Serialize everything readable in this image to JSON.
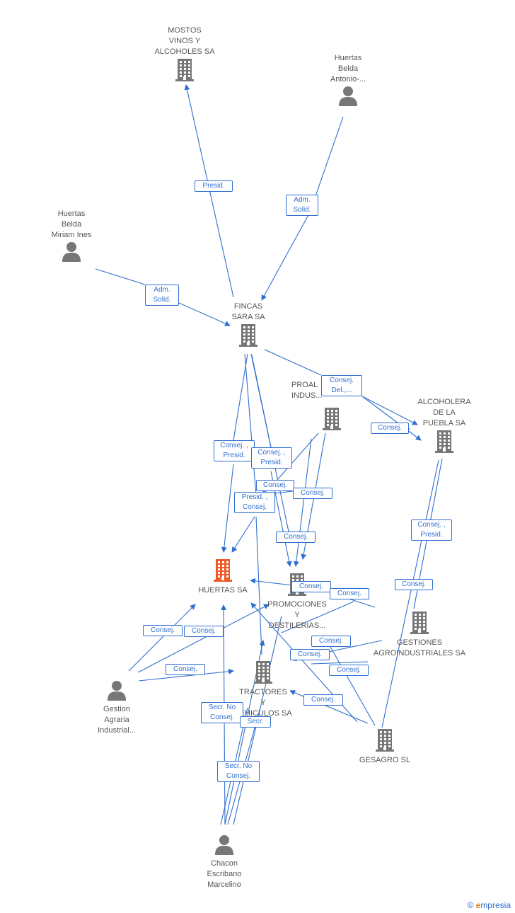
{
  "nodes": {
    "mostos": {
      "label": "MOSTOS\nVINOS Y\nALCOHOLES SA",
      "kind": "company"
    },
    "huertas_antonio": {
      "label": "Huertas\nBelda\nAntonio-...",
      "kind": "person"
    },
    "huertas_miriam": {
      "label": "Huertas\nBelda\nMiriam Ines",
      "kind": "person"
    },
    "fincas": {
      "label": "FINCAS\nSARA SA",
      "kind": "company"
    },
    "proal": {
      "label": "PROAL\nINDUS...",
      "kind": "company"
    },
    "alcoholera": {
      "label": "ALCOHOLERA\nDE LA\nPUEBLA SA",
      "kind": "company"
    },
    "huertas_sa": {
      "label": "HUERTAS SA",
      "kind": "company-focus"
    },
    "promociones": {
      "label": "PROMOCIONES\nY\nDESTILERIAS...",
      "kind": "company"
    },
    "gestiones": {
      "label": "GESTIONES\nAGROINDUSTRIALES SA",
      "kind": "company"
    },
    "tractores": {
      "label": "TRACTORES\nY\nVEHICULOS SA",
      "kind": "company"
    },
    "gestion_agraria": {
      "label": "Gestion\nAgraria\nIndustrial...",
      "kind": "person"
    },
    "gesagro": {
      "label": "GESAGRO SL",
      "kind": "company"
    },
    "chacon": {
      "label": "Chacon\nEscribano\nMarcelino",
      "kind": "person"
    }
  },
  "edge_labels": [
    {
      "id": "e1",
      "text": "Presid."
    },
    {
      "id": "e2",
      "text": "Adm.\nSolid."
    },
    {
      "id": "e3",
      "text": "Adm.\nSolid."
    },
    {
      "id": "e4",
      "text": "Consej.\nDel.,..."
    },
    {
      "id": "e5",
      "text": "Consej."
    },
    {
      "id": "e6",
      "text": "Consej. ,\nPresid."
    },
    {
      "id": "e7",
      "text": "Consej. ,\nPresid."
    },
    {
      "id": "e8",
      "text": "Consej."
    },
    {
      "id": "e9",
      "text": "Consej."
    },
    {
      "id": "e10",
      "text": "Presid. ,\nConsej."
    },
    {
      "id": "e11",
      "text": "Consej."
    },
    {
      "id": "e12",
      "text": "Consej. ,\nPresid."
    },
    {
      "id": "e13",
      "text": "Consej."
    },
    {
      "id": "e14",
      "text": "Consej."
    },
    {
      "id": "e15",
      "text": "Consej."
    },
    {
      "id": "e16",
      "text": "Consej."
    },
    {
      "id": "e17",
      "text": "Consej."
    },
    {
      "id": "e18",
      "text": "Consej."
    },
    {
      "id": "e19",
      "text": "Consej."
    },
    {
      "id": "e20",
      "text": "Consej."
    },
    {
      "id": "e21",
      "text": "Consej."
    },
    {
      "id": "e22",
      "text": "Consej."
    },
    {
      "id": "e23",
      "text": "Secr.  No\nConsej."
    },
    {
      "id": "e24",
      "text": "Secr."
    },
    {
      "id": "e25",
      "text": "Secr.  No\nConsej."
    }
  ],
  "colors": {
    "edge": "#2f6fcf",
    "node": "#777777",
    "focus": "#f05a28"
  },
  "brand": {
    "symbol": "©",
    "initial": "e",
    "name": "mpresia"
  }
}
